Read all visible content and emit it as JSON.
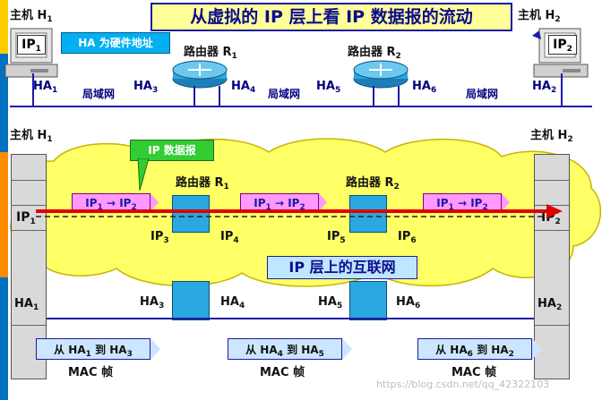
{
  "title": "从虚拟的 IP 层上看 IP 数据报的流动",
  "top": {
    "host1_label": "主机 H",
    "host1_sub": "1",
    "host2_label": "主机 H",
    "host2_sub": "2",
    "ip1": "IP",
    "ip1_sub": "1",
    "ip2": "IP",
    "ip2_sub": "2",
    "ha_callout": "HA 为硬件地址",
    "router1": "路由器 R",
    "router1_sub": "1",
    "router2": "路由器 R",
    "router2_sub": "2",
    "ha1": "HA",
    "ha1_sub": "1",
    "ha2": "HA",
    "ha2_sub": "2",
    "ha3": "HA",
    "ha3_sub": "3",
    "ha4": "HA",
    "ha4_sub": "4",
    "ha5": "HA",
    "ha5_sub": "5",
    "ha6": "HA",
    "ha6_sub": "6",
    "lan1": "局域网",
    "lan2": "局域网",
    "lan3": "局域网"
  },
  "bottom": {
    "host1_label": "主机 H",
    "host1_sub": "1",
    "host2_label": "主机 H",
    "host2_sub": "2",
    "router1": "路由器 R",
    "router1_sub": "1",
    "router2": "路由器 R",
    "router2_sub": "2",
    "ip_callout": "IP 数据报",
    "cloud_label": "IP 层上的互联网",
    "ip1": "IP",
    "ip1_sub": "1",
    "ip2": "IP",
    "ip2_sub": "2",
    "ip3": "IP",
    "ip3_sub": "3",
    "ip4": "IP",
    "ip4_sub": "4",
    "ip5": "IP",
    "ip5_sub": "5",
    "ip6": "IP",
    "ip6_sub": "6",
    "pkt_ip": "IP",
    "pkt_src_sub": "1",
    "pkt_arrow": " → ",
    "pkt_dst_sub": "2",
    "ha1": "HA",
    "ha1_sub": "1",
    "ha2": "HA",
    "ha2_sub": "2",
    "ha3": "HA",
    "ha3_sub": "3",
    "ha4": "HA",
    "ha4_sub": "4",
    "ha5": "HA",
    "ha5_sub": "5",
    "ha6": "HA",
    "ha6_sub": "6",
    "mac_frames": [
      {
        "from": "从 HA",
        "from_sub": "1",
        "to": " 到 HA",
        "to_sub": "3",
        "caption": "MAC 帧"
      },
      {
        "from": "从 HA",
        "from_sub": "4",
        "to": " 到 HA",
        "to_sub": "5",
        "caption": "MAC 帧"
      },
      {
        "from": "从 HA",
        "from_sub": "6",
        "to": " 到 HA",
        "to_sub": "2",
        "caption": "MAC 帧"
      }
    ]
  },
  "watermark": "https://blog.csdn.net/qq_42322103",
  "colors": {
    "title_bg": "#ffff99",
    "title_border": "#1a1aa8",
    "cloud": "#ffff66",
    "packet": "#ff99ff",
    "router_box": "#2aa8e0",
    "mac_frame": "#cce6ff",
    "flow_arrow": "#e00000",
    "left_bar": "#f0b400"
  }
}
